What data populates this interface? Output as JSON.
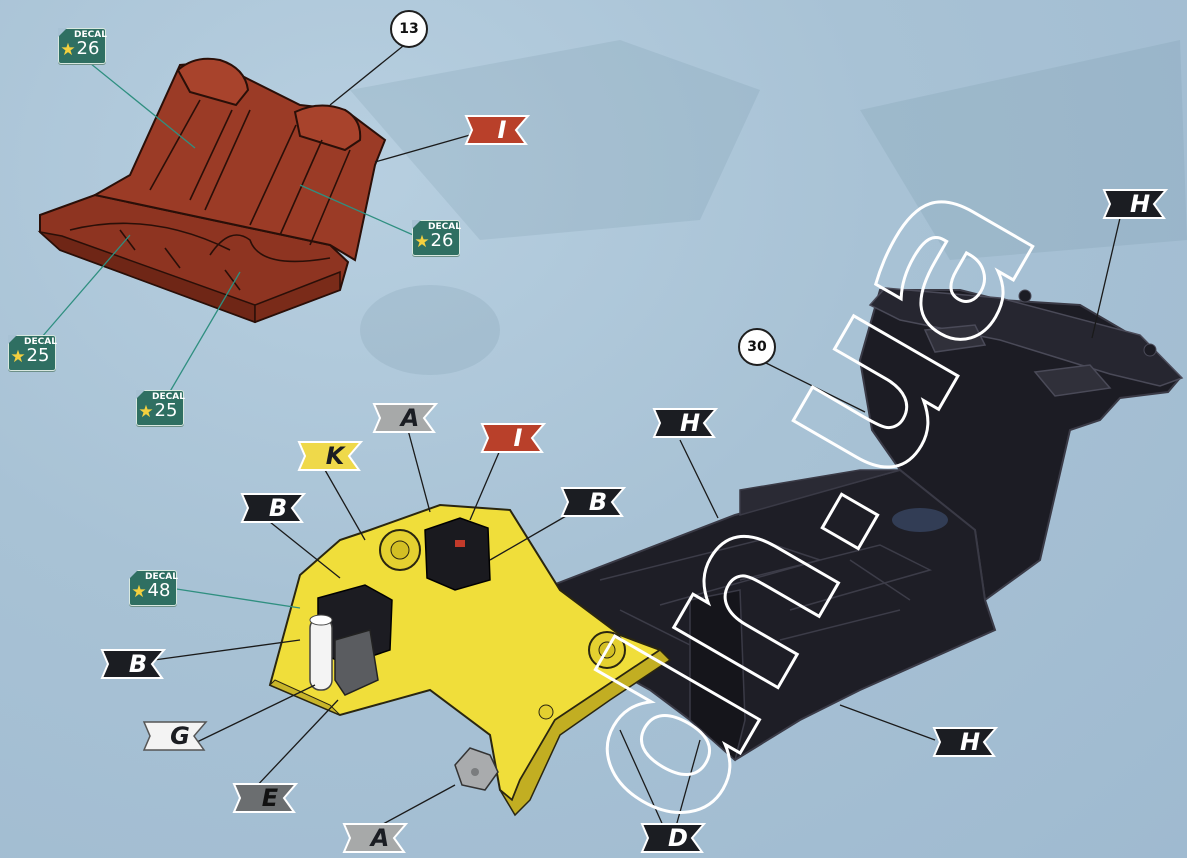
{
  "callouts": [
    {
      "id": "part-13",
      "label": "13"
    },
    {
      "id": "part-30",
      "label": "30"
    }
  ],
  "decal_word": "DECAL",
  "decals": [
    {
      "id": "decal-26-top",
      "number": "26"
    },
    {
      "id": "decal-26-right",
      "number": "26"
    },
    {
      "id": "decal-25-left",
      "number": "25"
    },
    {
      "id": "decal-25-mid",
      "number": "25"
    },
    {
      "id": "decal-48",
      "number": "48"
    }
  ],
  "flags": [
    {
      "id": "flag-i-top",
      "letter": "I"
    },
    {
      "id": "flag-h-top",
      "letter": "H"
    },
    {
      "id": "flag-a-top",
      "letter": "A"
    },
    {
      "id": "flag-i-mid",
      "letter": "I"
    },
    {
      "id": "flag-h-mid",
      "letter": "H"
    },
    {
      "id": "flag-k",
      "letter": "K"
    },
    {
      "id": "flag-b-left",
      "letter": "B"
    },
    {
      "id": "flag-b-right",
      "letter": "B"
    },
    {
      "id": "flag-b-low",
      "letter": "B"
    },
    {
      "id": "flag-g",
      "letter": "G"
    },
    {
      "id": "flag-e",
      "letter": "E"
    },
    {
      "id": "flag-a-low",
      "letter": "A"
    },
    {
      "id": "flag-d",
      "letter": "D"
    },
    {
      "id": "flag-h-low",
      "letter": "H"
    }
  ],
  "watermark": "dn.ua",
  "colors": {
    "seat": "#9b3b26",
    "seat_dark": "#6f2616",
    "chassis": "#1c1c24",
    "chassis_edge": "#3a3a46",
    "dash": "#f0de3a",
    "flag_white": "#f3f3f3",
    "flag_grey": "#a7a9a9",
    "flag_dark_grey": "#6b6e70",
    "flag_black": "#1b1d22",
    "flag_red": "#b9402a",
    "flag_yellow": "#efd94a",
    "decal_green": "#2f6f62"
  }
}
